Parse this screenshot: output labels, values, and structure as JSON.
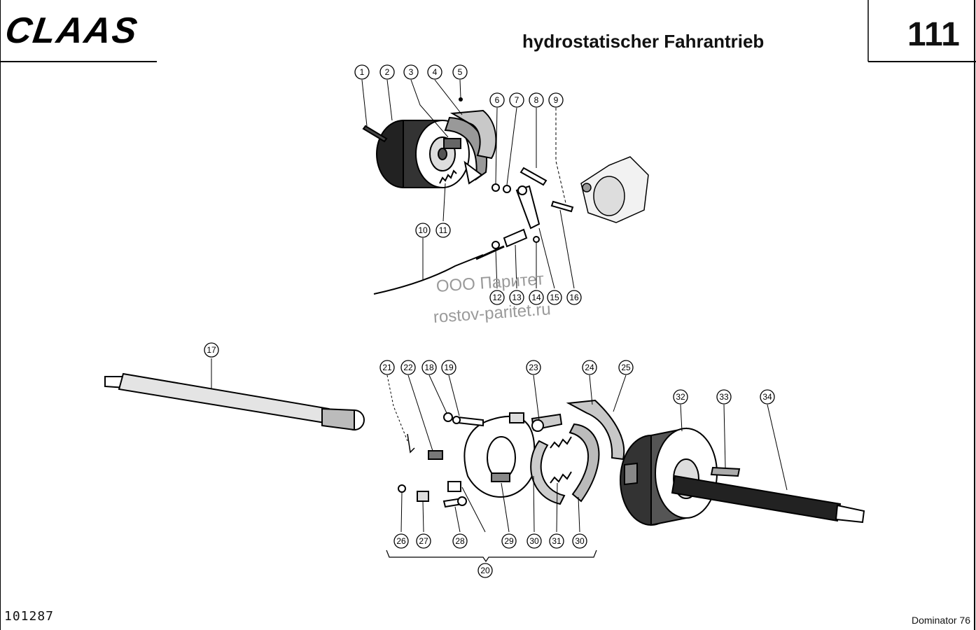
{
  "header": {
    "brand_logo": "CLAAS",
    "title": "hydrostatischer Fahrantrieb",
    "page_number": "111"
  },
  "footer": {
    "doc_number": "101287",
    "model": "Dominator 76"
  },
  "watermark": {
    "line1": "ООО Паритет",
    "line2": "rostov-paritet.ru"
  },
  "callouts": [
    "1",
    "2",
    "3",
    "4",
    "5",
    "6",
    "7",
    "8",
    "9",
    "10",
    "11",
    "12",
    "13",
    "14",
    "15",
    "16",
    "17",
    "18",
    "19",
    "20",
    "21",
    "22",
    "23",
    "24",
    "25",
    "26",
    "27",
    "28",
    "29",
    "30",
    "30",
    "31",
    "32",
    "33",
    "34"
  ],
  "colors": {
    "ink": "#000000",
    "watermark": "#9a9a9a",
    "paper": "#ffffff"
  }
}
